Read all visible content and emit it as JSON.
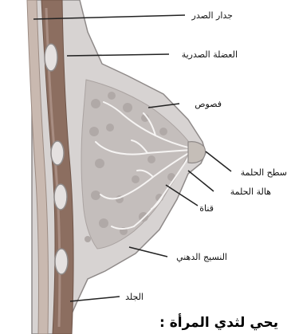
{
  "diagram": {
    "labels": {
      "chest_wall": "جدار الصدر",
      "pectoral_muscle": "العضلة الصدرية",
      "lobules": "فصوص",
      "nipple_surface": "سطح الحلمة",
      "areola": "هالة الحلمة",
      "duct": "قناة",
      "fatty_tissue": "النسيج الدهني",
      "skin": "الجلد"
    },
    "caption": "يحي لثدي المرأة :"
  },
  "colors": {
    "background": "#ffffff",
    "tissue_fill": "#d7d3d2",
    "tissue_outline": "#8f8a89",
    "muscle": "#8c6e60",
    "muscle_light": "#a88d82",
    "chest_wall_stripe": "#c9b9b0",
    "lobule_gray": "#b9b3b1",
    "duct_white": "#f6f4f3",
    "nipple": "#c5beb8",
    "leader_line": "#222222"
  }
}
